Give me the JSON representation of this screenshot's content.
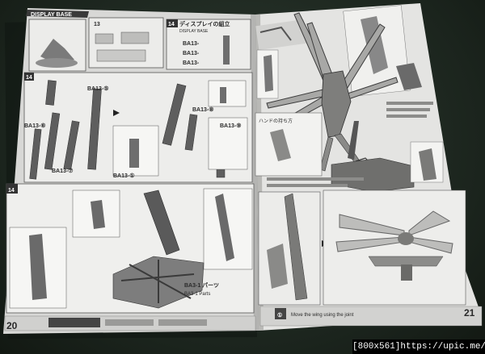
{
  "left_page": {
    "section_header": "DISPLAY BASE",
    "step_13": "13",
    "step_14": "14",
    "panel_b_title": "ディスプレイの組立",
    "panel_b_sub": "DISPLAY BASE",
    "parts_label": "BA13-",
    "step_14b": "14",
    "callouts": [
      "BA13-⑤",
      "BA13-⑥",
      "BA13-⑦",
      "BA13-⑧",
      "BA13-⑨",
      "BA13-①"
    ],
    "bottom_step": "14",
    "ba4_parts": "BA3-1 パーツ",
    "ba4_parts_en": "BA3-1 Parts",
    "page_number": "20"
  },
  "right_page": {
    "note_jp": "ハンドの持ち方",
    "page_number": "21",
    "footer_label": "①",
    "footer_text": "Move the wing using the joint"
  },
  "watermark": "[800x561]https://upic.me/"
}
